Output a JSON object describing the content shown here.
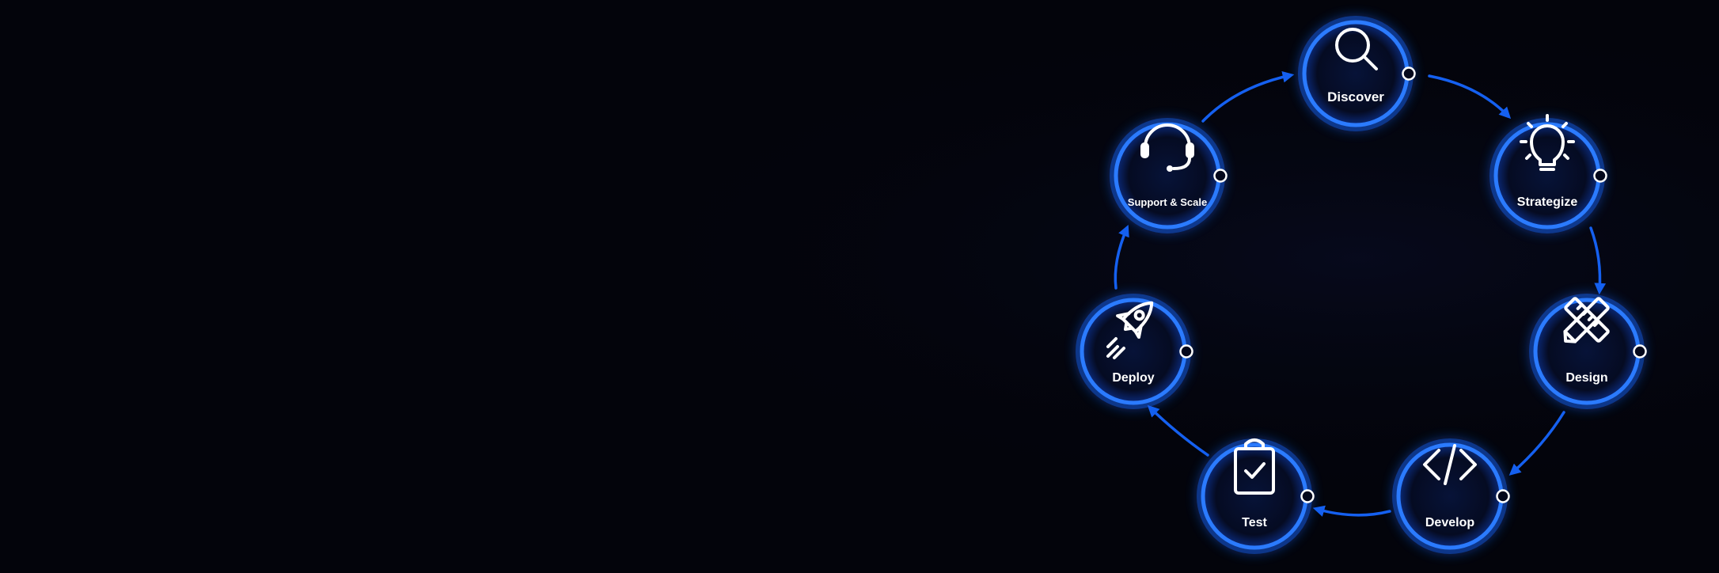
{
  "diagram": {
    "type": "cycle",
    "accent_color": "#1560f0",
    "ring_color": "#2b7bff",
    "background_color": "#03040b",
    "stages": [
      {
        "label": "Discover",
        "icon": "search-icon"
      },
      {
        "label": "Strategize",
        "icon": "lightbulb-icon"
      },
      {
        "label": "Design",
        "icon": "design-tools-icon"
      },
      {
        "label": "Develop",
        "icon": "code-icon"
      },
      {
        "label": "Test",
        "icon": "clipboard-check-icon"
      },
      {
        "label": "Deploy",
        "icon": "rocket-icon"
      },
      {
        "label": "Support & Scale",
        "icon": "headset-icon"
      }
    ]
  }
}
